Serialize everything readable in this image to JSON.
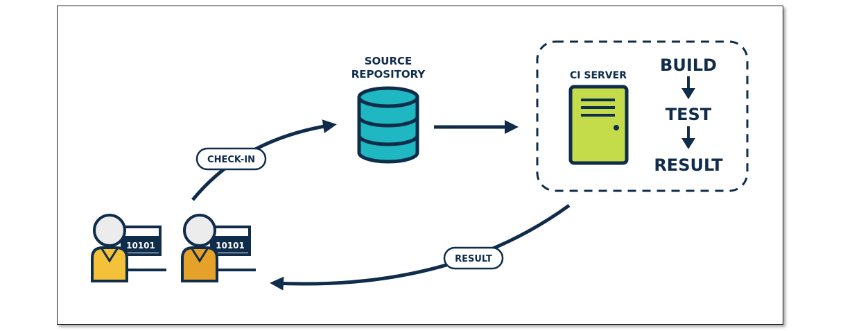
{
  "diagram": {
    "source_repository": {
      "line1": "SOURCE",
      "line2": "REPOSITORY"
    },
    "ci_server": "CI SERVER",
    "pipeline": {
      "build": "BUILD",
      "test": "TEST",
      "result": "RESULT"
    },
    "check_in_label": "CHECK-IN",
    "result_label": "RESULT",
    "developers": [
      {
        "screen_text": "10101"
      },
      {
        "screen_text": "10101"
      }
    ]
  },
  "colors": {
    "navy": "#0f2c4a",
    "database": "#1fb7c2",
    "server": "#c4dc4a",
    "developer_1_shirt": "#f4c23a",
    "developer_2_shirt": "#e6a12a",
    "head": "#ececec"
  }
}
